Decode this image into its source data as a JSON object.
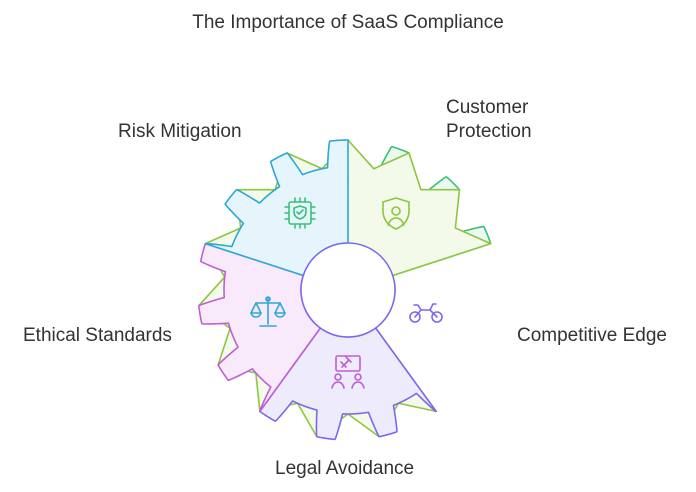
{
  "title": "The Importance of SaaS Compliance",
  "segments": [
    {
      "key": "risk",
      "lines": [
        "Risk Mitigation"
      ],
      "icon": "chip-shield-icon",
      "stroke": "#3dbf7a",
      "fill": "#eafaf1"
    },
    {
      "key": "customer",
      "lines": [
        "Customer",
        "Protection"
      ],
      "icon": "user-shield-icon",
      "stroke": "#8dc63f",
      "fill": "#f3fae9"
    },
    {
      "key": "competitive",
      "lines": [
        "Competitive Edge"
      ],
      "icon": "motorcycle-icon",
      "stroke": "#7b68ee",
      "fill": "#eeebfd"
    },
    {
      "key": "legal",
      "lines": [
        "Legal Avoidance"
      ],
      "icon": "gavel-people-icon",
      "stroke": "#bf5fd4",
      "fill": "#f8e9fb"
    },
    {
      "key": "ethical",
      "lines": [
        "Ethical Standards"
      ],
      "icon": "scales-icon",
      "stroke": "#2ba8d8",
      "fill": "#e6f5fc"
    }
  ]
}
